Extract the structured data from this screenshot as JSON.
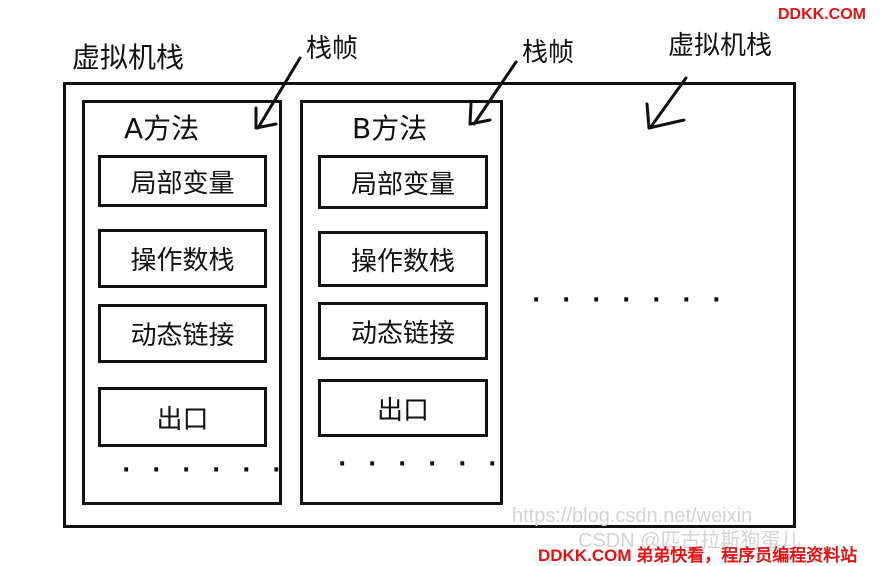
{
  "jvm_stack_label_top": "虚拟机栈",
  "jvm_stack_label_right": "虚拟机栈",
  "frame_a": {
    "pointer_label": "栈帧",
    "title": "A方法",
    "items": [
      "局部变量",
      "操作数栈",
      "动态链接",
      "出口"
    ],
    "ellipsis": "· · · · · ·"
  },
  "frame_b": {
    "pointer_label": "栈帧",
    "title": "B方法",
    "items": [
      "局部变量",
      "操作数栈",
      "动态链接",
      "出口"
    ],
    "ellipsis": "· · · · · ·"
  },
  "more_frames_ellipsis": "· · · · · · ·",
  "watermark": {
    "top_right": "DDKK.COM",
    "bottom_gray": "https://blog.csdn.net/weixin",
    "bottom_gray_2": "CSDN @匹古拉斯狗蛋儿",
    "bottom_red": "DDKK.COM 弟弟快看，程序员编程资料站"
  }
}
